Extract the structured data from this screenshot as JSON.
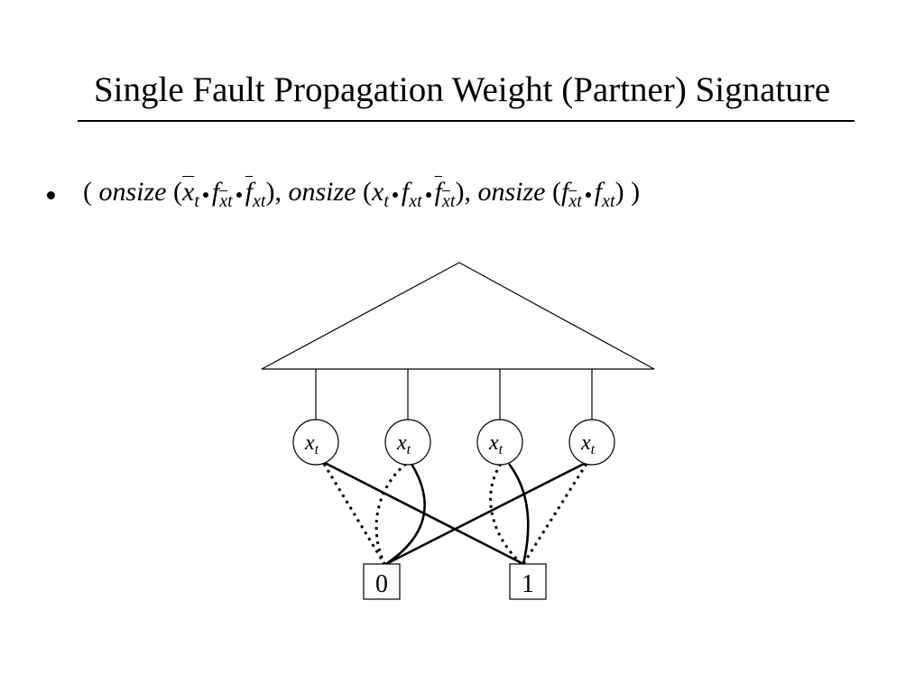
{
  "slide": {
    "title": "Single Fault Propagation Weight (Partner) Signature"
  },
  "bullet": {
    "open_paren": "( ",
    "fn_name": "onsize",
    "separator": ", ",
    "close_paren": " )",
    "term1": {
      "var": "x",
      "var_sub": "t",
      "f1": "f",
      "f1_sub_var": "x",
      "f1_sub_sub": "t",
      "f2": "f",
      "f2_sub_var": "x",
      "f2_sub_sub": "t"
    },
    "term2": {
      "var": "x",
      "var_sub": "t",
      "f1": "f",
      "f1_sub_var": "x",
      "f1_sub_sub": "t",
      "f2": "f",
      "f2_sub_var": "x",
      "f2_sub_sub": "t"
    },
    "term3": {
      "f1": "f",
      "f1_sub_var": "x",
      "f1_sub_sub": "t",
      "f2": "f",
      "f2_sub_var": "x",
      "f2_sub_sub": "t"
    }
  },
  "diagram": {
    "nodes": [
      {
        "var": "x",
        "sub": "t"
      },
      {
        "var": "x",
        "sub": "t"
      },
      {
        "var": "x",
        "sub": "t"
      },
      {
        "var": "x",
        "sub": "t"
      }
    ],
    "terminals": [
      "0",
      "1"
    ]
  }
}
